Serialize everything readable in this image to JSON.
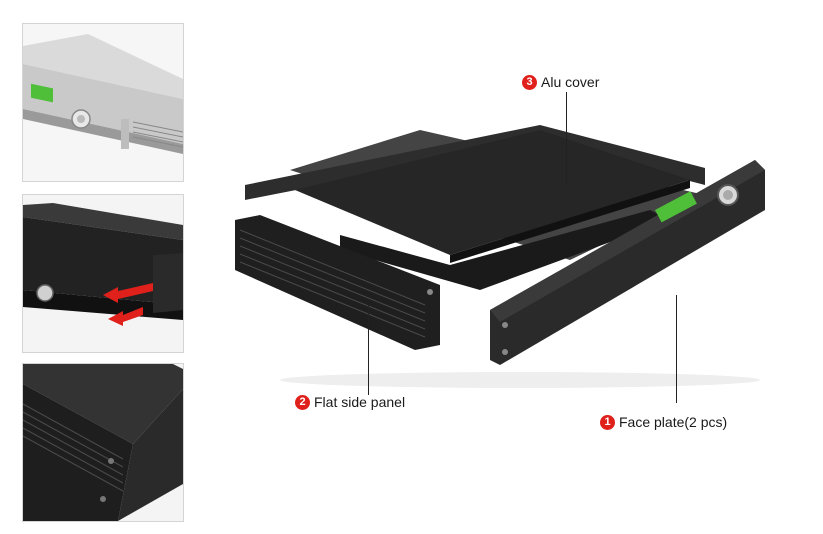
{
  "callouts": {
    "alu_cover": {
      "number": "3",
      "label": "Alu cover"
    },
    "side_panel": {
      "number": "2",
      "label": "Flat side panel"
    },
    "face_plate": {
      "number": "1",
      "label": "Face plate(2 pcs)"
    }
  },
  "colors": {
    "badge_red": "#e0201b",
    "metal_dark": "#2b2b2b",
    "metal_silver": "#c8c8c8",
    "lcd_green": "#4fbf3a"
  },
  "icons": [
    "arrow-left-icon"
  ]
}
